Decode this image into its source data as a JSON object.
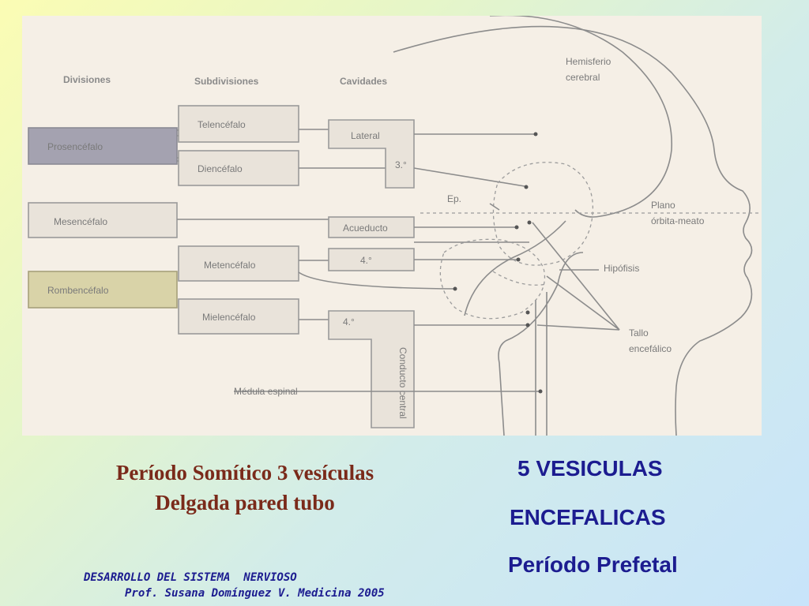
{
  "diagram": {
    "headers": {
      "divisiones": "Divisiones",
      "subdivisiones": "Subdivisiones",
      "cavidades": "Cavidades"
    },
    "divisions": [
      "Prosencéfalo",
      "Mesencéfalo",
      "Rombencéfalo"
    ],
    "subdivisions": [
      "Telencéfalo",
      "Diencéfalo",
      "Metencéfalo",
      "Mielencéfalo"
    ],
    "cavities": {
      "lateral": "Lateral",
      "third": "3.°",
      "acueducto": "Acueducto",
      "fourth_a": "4.°",
      "fourth_b": "4.°",
      "conducto": "Conducto central"
    },
    "labels": {
      "hemisferio_1": "Hemisferio",
      "hemisferio_2": "cerebral",
      "ep": "Ep.",
      "plano_1": "Plano",
      "plano_2": "órbita-meato",
      "hipofisis": "Hipófisis",
      "tallo_1": "Tallo",
      "tallo_2": "encefálico",
      "medula": "Médula espinal"
    },
    "colors": {
      "prosencefalo": "#a4a2b0",
      "rombencefalo": "#d9d3a8",
      "box": "#e9e3da"
    }
  },
  "caption_left": {
    "line1": "Período Somítico 3 vesículas",
    "line2": "Delgada pared tubo"
  },
  "caption_right": {
    "line1": "5 VESICULAS",
    "line2": "ENCEFALICAS",
    "line3": "Período Prefetal"
  },
  "footer": {
    "line1": "DESARROLLO DEL SISTEMA  NERVIOSO",
    "line2": "Prof. Susana Domínguez V. Medicina 2005"
  }
}
